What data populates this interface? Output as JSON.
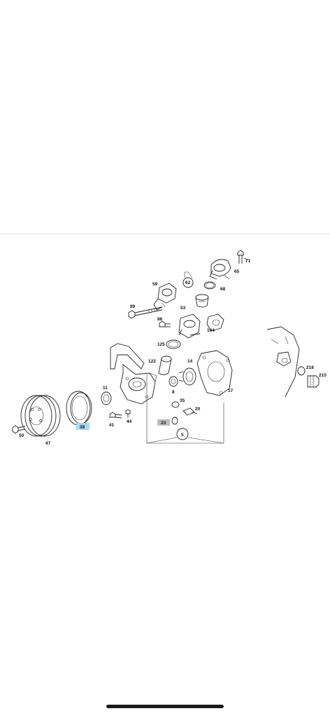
{
  "diagram": {
    "labels": {
      "l71": "71",
      "l65": "65",
      "l62": "62",
      "l68": "68",
      "l59": "59",
      "l89": "89",
      "l53": "53",
      "l86": "86",
      "l104": "104",
      "l125": "125",
      "l122": "122",
      "l14": "14",
      "l17": "17",
      "l218": "218",
      "l215": "215",
      "l11": "11",
      "l8": "8",
      "l35": "35",
      "l20": "20",
      "l23": "23",
      "l38": "38",
      "l41": "41",
      "l44": "44",
      "l50": "50",
      "l47": "47",
      "l5": "5"
    },
    "highlight_colors": {
      "part38": "#a9d8f0",
      "part23": "#bdbdbd"
    }
  }
}
